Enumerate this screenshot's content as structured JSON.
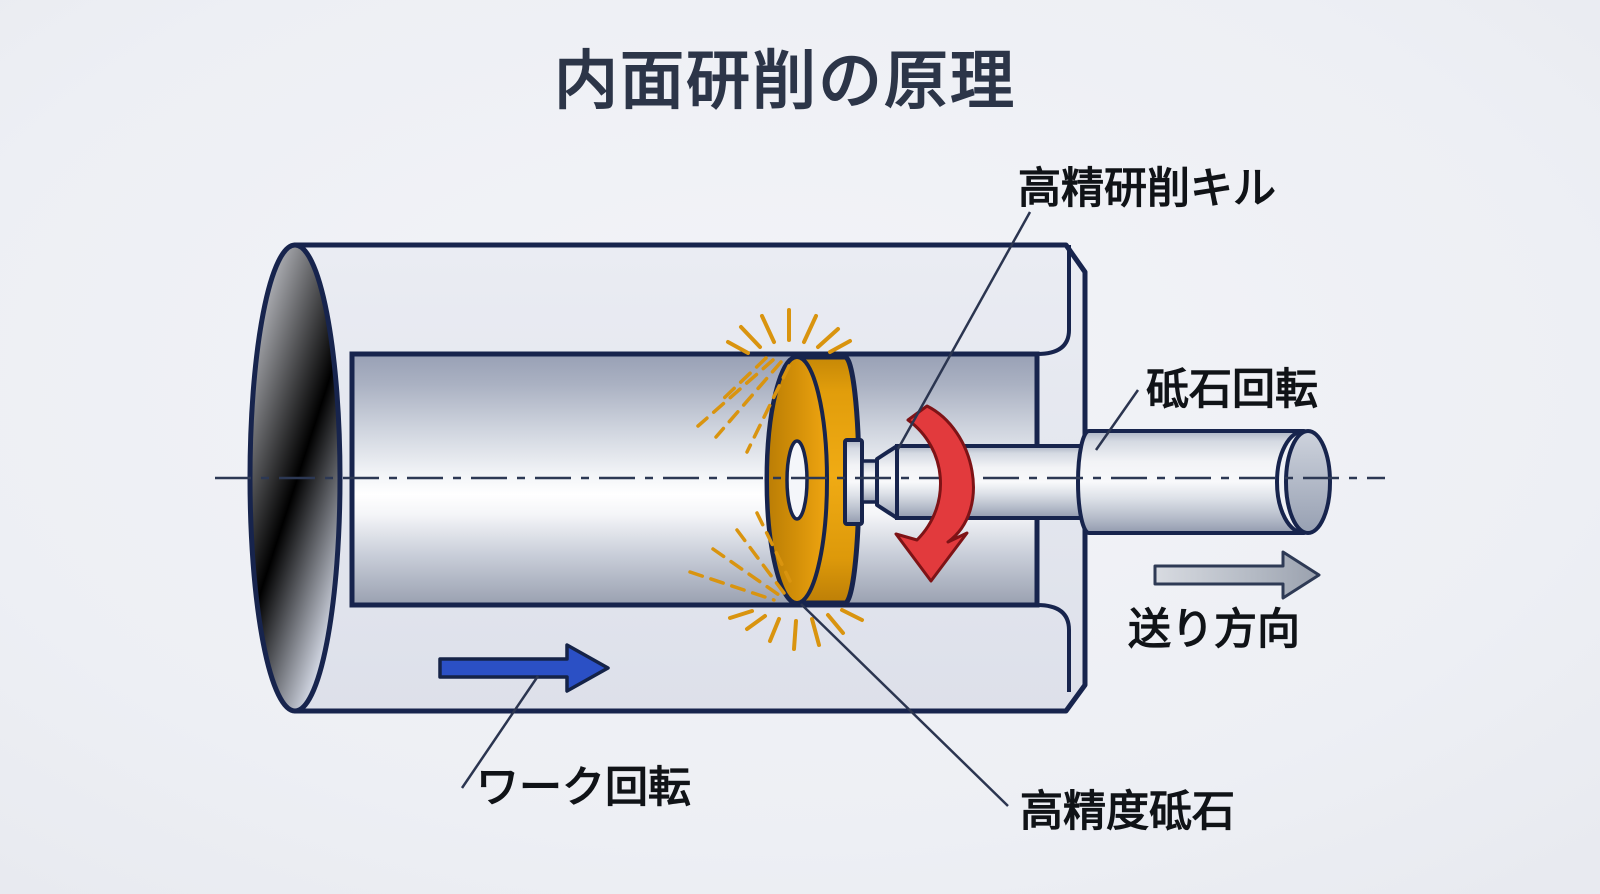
{
  "title": "内面研削の原理",
  "labels": {
    "quill": "高精研削キル",
    "wheel_rotation": "砥石回転",
    "feed_direction": "送り方向",
    "work_rotation": "ワーク回転",
    "grinding_wheel": "高精度砥石"
  },
  "colors": {
    "background": "#EEF0F4",
    "outline_navy": "#17244D",
    "wheel_orange": "#EFA511",
    "spark_orange": "#D9940F",
    "rotation_arrow_red": "#E23A3D",
    "work_arrow_blue": "#2B50C5",
    "feed_arrow_gray": "#B4BAC4",
    "title_text": "#2C3548",
    "label_text": "#101317"
  }
}
